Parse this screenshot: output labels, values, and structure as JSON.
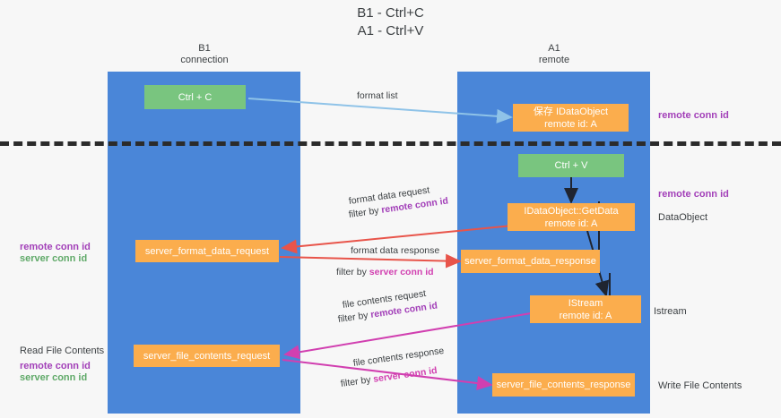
{
  "title": {
    "line1": "B1 - Ctrl+C",
    "line2": "A1 - Ctrl+V"
  },
  "columns": [
    {
      "name": "B1",
      "subtitle": "connection"
    },
    {
      "name": "A1",
      "subtitle": "remote"
    }
  ],
  "boxes": {
    "ctrl_c": "Ctrl + C",
    "ctrl_v": "Ctrl + V",
    "save_idataobject_l1": "保存 IDataObject",
    "save_idataobject_l2": "remote id: A",
    "getdata_l1": "IDataObject::GetData",
    "getdata_l2": "remote id: A",
    "istream_l1": "IStream",
    "istream_l2": "remote id: A",
    "server_format_data_request": "server_format_data_request",
    "server_format_data_response": "server_format_data_response",
    "server_file_contents_request": "server_file_contents_request",
    "server_file_contents_response": "server_file_contents_response"
  },
  "edge_labels": {
    "format_list": "format list",
    "format_data_request": "format data request",
    "format_data_request_filter_prefix": "filter by ",
    "format_data_request_filter_key": "remote conn id",
    "format_data_response": "format data response",
    "format_data_response_filter_prefix": "filter by ",
    "format_data_response_filter_key": "server conn id",
    "file_contents_request": "file contents request",
    "file_contents_request_filter_prefix": "filter by ",
    "file_contents_request_filter_key": "remote conn id",
    "file_contents_response": "file contents response",
    "file_contents_response_filter_prefix": "filter by ",
    "file_contents_response_filter_key": "server conn id"
  },
  "annotations": {
    "right_remote_conn_id_top": "remote conn id",
    "right_remote_conn_id_mid": "remote conn id",
    "right_dataobject": "DataObject",
    "right_istream": "Istream",
    "right_write_file_contents": "Write File Contents",
    "left_remote_conn_id": "remote conn id",
    "left_server_conn_id": "server conn id",
    "left_read_file_contents": "Read File Contents",
    "left_remote_conn_id_2": "remote conn id",
    "left_server_conn_id_2": "server conn id"
  },
  "colors": {
    "lane": "#4a86d8",
    "green_box": "#79c57f",
    "orange_box": "#fbad4d",
    "divider": "#2b2b2b",
    "purple": "#a23fb8",
    "magenta": "#d13fb0",
    "red_arrow": "#e8544a",
    "light_blue_arrow": "#8fc3e8",
    "dark_arrow": "#1f2430"
  }
}
